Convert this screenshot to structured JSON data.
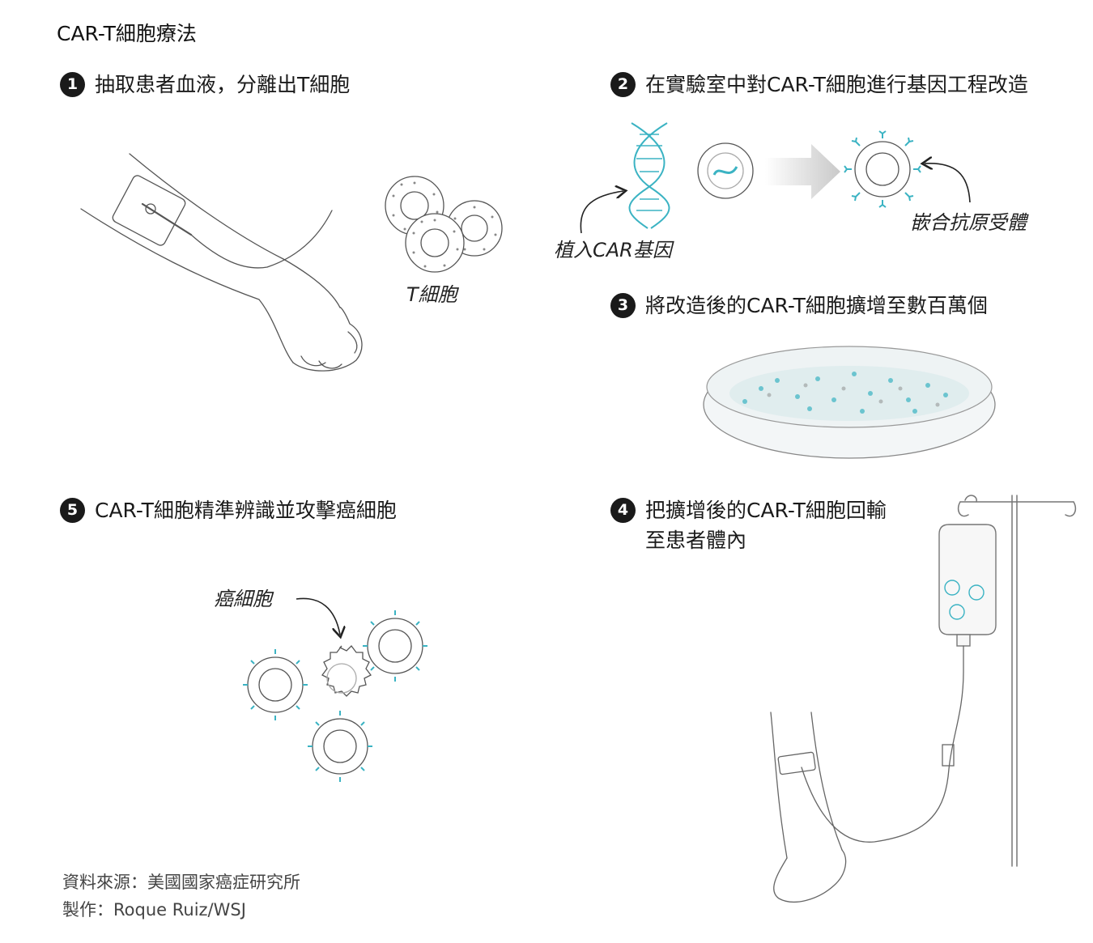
{
  "title": "CAR-T細胞療法",
  "steps": [
    {
      "number": "1",
      "text": "抽取患者血液，分離出T細胞"
    },
    {
      "number": "2",
      "text": "在實驗室中對CAR-T細胞進行基因工程改造"
    },
    {
      "number": "3",
      "text": "將改造後的CAR-T細胞擴增至數百萬個"
    },
    {
      "number": "4",
      "text_line1": "把擴增後的CAR-T細胞回輸",
      "text_line2": "至患者體內"
    },
    {
      "number": "5",
      "text": "CAR-T細胞精準辨識並攻擊癌細胞"
    }
  ],
  "labels": {
    "t_cell": "T細胞",
    "insert_car_gene": "植入CAR基因",
    "chimeric_receptor": "嵌合抗原受體",
    "cancer_cell": "癌細胞"
  },
  "footer": {
    "source": "資料來源：美國國家癌症研究所",
    "credit": "製作：Roque Ruiz/WSJ"
  },
  "colors": {
    "accent": "#3bb3c3",
    "line": "#555555",
    "text": "#1a1a1a"
  }
}
